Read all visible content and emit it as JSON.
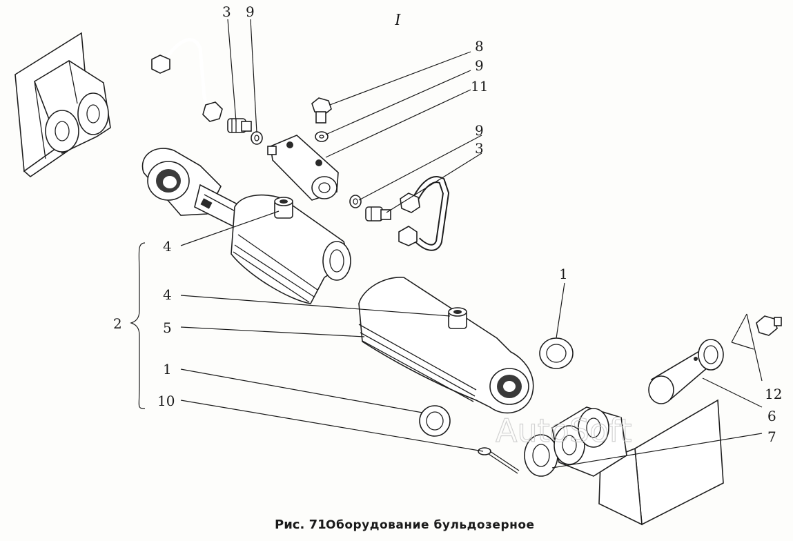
{
  "figure": {
    "view_label": "I",
    "caption_prefix": "Рис. 71",
    "caption_title": "Оборудование бульдозерное",
    "watermark": "AutoSoft"
  },
  "callouts": {
    "top_3": "3",
    "top_9": "9",
    "right_8": "8",
    "right_9a": "9",
    "right_11": "11",
    "right_9b": "9",
    "right_3": "3",
    "left_4a": "4",
    "left_2": "2",
    "left_4b": "4",
    "left_5": "5",
    "left_1": "1",
    "left_10": "10",
    "right_1": "1",
    "right_12": "12",
    "right_6": "6",
    "right_7": "7"
  }
}
